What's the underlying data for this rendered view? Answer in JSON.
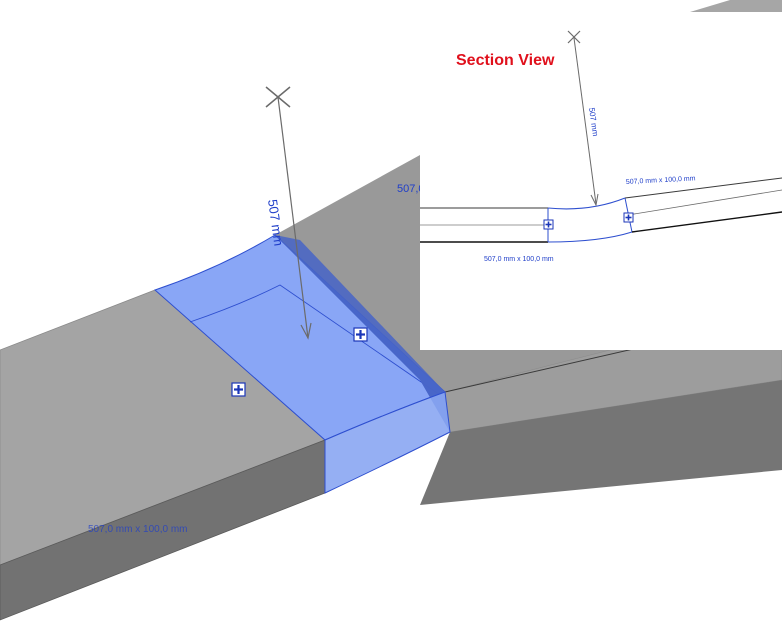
{
  "model_view": {
    "dimension_label": "507 mm",
    "duct_size_label": "507,0 mm x 100,0 mm",
    "truncated_label": "507,0"
  },
  "section_view": {
    "title": "Section View",
    "dimension_label": "507 mm",
    "size_label_left": "507,0 mm x 100,0 mm",
    "size_label_right": "507,0 mm x 100,0 mm"
  },
  "colors": {
    "duct_top": "#a3a3a3",
    "duct_side": "#6e6e6e",
    "selection_fill": "#7f9ef5",
    "selection_side": "#4d6bd0",
    "dimension_blue": "#1f3ec9",
    "title_red": "#e0101c"
  }
}
